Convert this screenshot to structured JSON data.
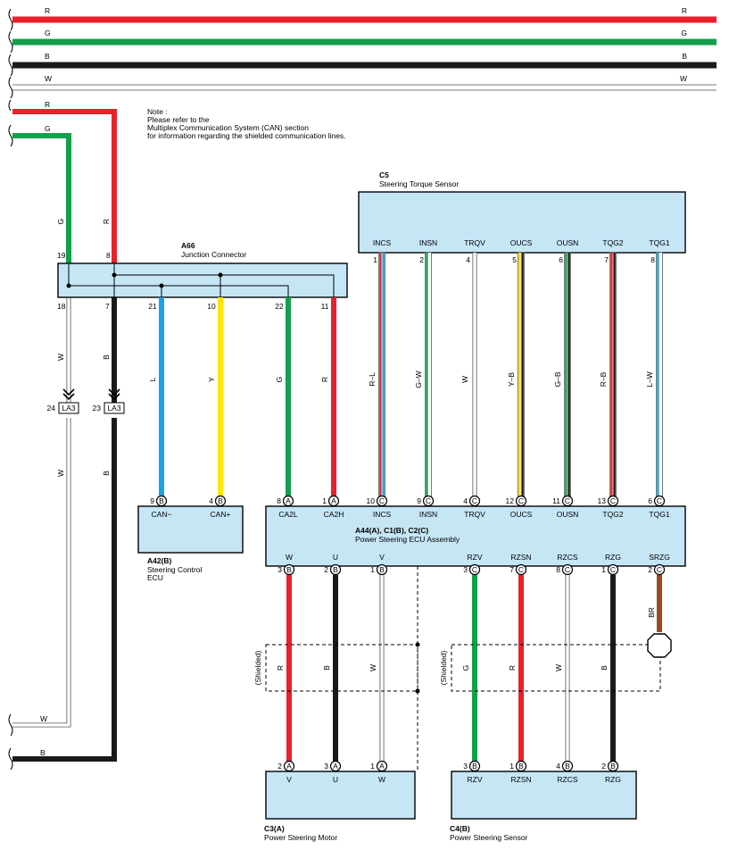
{
  "colors": {
    "R": "#e8212b",
    "G": "#13a04a",
    "B": "#1a1a1a",
    "W": "#ffffff",
    "L": "#1aa3e3",
    "Y": "#ffe500",
    "BR": "#9b4a22",
    "box": "#c6e6f6"
  },
  "note": {
    "line1": "Note :",
    "line2": "Please refer to the",
    "line3": "Multiplex Communication System (CAN) section",
    "line4": "for information regarding the shielded communication lines."
  },
  "buses": [
    {
      "label": "R",
      "color": "R"
    },
    {
      "label": "G",
      "color": "G"
    },
    {
      "label": "B",
      "color": "B"
    },
    {
      "label": "W",
      "color": "W"
    }
  ],
  "components": {
    "c5": {
      "id": "C5",
      "name": "Steering Torque Sensor"
    },
    "a66": {
      "id": "A66",
      "name": "Junction Connector"
    },
    "a42": {
      "id": "A42(B)",
      "name1": "Steering Control",
      "name2": "ECU"
    },
    "ecu": {
      "id": "A44(A), C1(B), C2(C)",
      "name": "Power Steering ECU Assembly"
    },
    "c3": {
      "id": "C3(A)",
      "name": "Power Steering Motor"
    },
    "c4": {
      "id": "C4(B)",
      "name": "Power Steering Sensor"
    }
  },
  "left_wires": {
    "g_label": "G",
    "r_label": "R",
    "pin19": "19",
    "pin8": "8",
    "pin18": "18",
    "pin7": "7",
    "w_label": "W",
    "b_label": "B",
    "la3_text": "LA3",
    "la3_pin24": "24",
    "la3_pin23": "23",
    "bottom_w": "W",
    "bottom_b": "B"
  },
  "can_wires": [
    {
      "pin": "21",
      "wire": "L",
      "color": "L",
      "term_pin": "9",
      "term_conn": "B",
      "term_label": "CAN−"
    },
    {
      "pin": "10",
      "wire": "Y",
      "color": "Y",
      "term_pin": "4",
      "term_conn": "B",
      "term_label": "CAN+"
    },
    {
      "pin": "22",
      "wire": "G",
      "color": "G",
      "term_pin": "8",
      "term_conn": "A",
      "term_label": "CA2L"
    },
    {
      "pin": "11",
      "wire": "R",
      "color": "R",
      "term_pin": "1",
      "term_conn": "A",
      "term_label": "CA2H"
    }
  ],
  "torque_wires": [
    {
      "label": "INCS",
      "c5pin": "1",
      "wire": "R–L",
      "c1": "R",
      "c2": "L",
      "ecu_pin": "10",
      "conn": "C"
    },
    {
      "label": "INSN",
      "c5pin": "2",
      "wire": "G–W",
      "c1": "G",
      "c2": "W",
      "ecu_pin": "9",
      "conn": "C"
    },
    {
      "label": "TRQV",
      "c5pin": "4",
      "wire": "W",
      "c1": "W",
      "c2": "W",
      "ecu_pin": "4",
      "conn": "C"
    },
    {
      "label": "OUCS",
      "c5pin": "5",
      "wire": "Y–B",
      "c1": "Y",
      "c2": "B",
      "ecu_pin": "12",
      "conn": "C"
    },
    {
      "label": "OUSN",
      "c5pin": "6",
      "wire": "G–B",
      "c1": "G",
      "c2": "B",
      "ecu_pin": "11",
      "conn": "C"
    },
    {
      "label": "TQG2",
      "c5pin": "7",
      "wire": "R–B",
      "c1": "R",
      "c2": "B",
      "ecu_pin": "13",
      "conn": "C"
    },
    {
      "label": "TQG1",
      "c5pin": "8",
      "wire": "L–W",
      "c1": "L",
      "c2": "W",
      "ecu_pin": "6",
      "conn": "C"
    }
  ],
  "motor_wires": [
    {
      "label": "W",
      "ecu_pin": "3",
      "conn": "B",
      "wire": "R",
      "color": "R",
      "end_pin": "2",
      "end_conn": "A",
      "end_label": "V"
    },
    {
      "label": "U",
      "ecu_pin": "2",
      "conn": "B",
      "wire": "B",
      "color": "B",
      "end_pin": "3",
      "end_conn": "A",
      "end_label": "U"
    },
    {
      "label": "V",
      "ecu_pin": "1",
      "conn": "B",
      "wire": "W",
      "color": "W",
      "end_pin": "1",
      "end_conn": "A",
      "end_label": "W"
    }
  ],
  "sensor_wires": [
    {
      "label": "RZV",
      "ecu_pin": "3",
      "conn": "C",
      "wire": "G",
      "color": "G",
      "end_pin": "3",
      "end_conn": "B",
      "end_label": "RZV"
    },
    {
      "label": "RZSN",
      "ecu_pin": "7",
      "conn": "C",
      "wire": "R",
      "color": "R",
      "end_pin": "1",
      "end_conn": "B",
      "end_label": "RZSN"
    },
    {
      "label": "RZCS",
      "ecu_pin": "8",
      "conn": "C",
      "wire": "W",
      "color": "W",
      "end_pin": "4",
      "end_conn": "B",
      "end_label": "RZCS"
    },
    {
      "label": "RZG",
      "ecu_pin": "1",
      "conn": "C",
      "wire": "B",
      "color": "B",
      "end_pin": "2",
      "end_conn": "B",
      "end_label": "RZG"
    }
  ],
  "srzg": {
    "label": "SRZG",
    "ecu_pin": "2",
    "conn": "C",
    "wire": "BR"
  },
  "shielded_label": "(Shielded)"
}
